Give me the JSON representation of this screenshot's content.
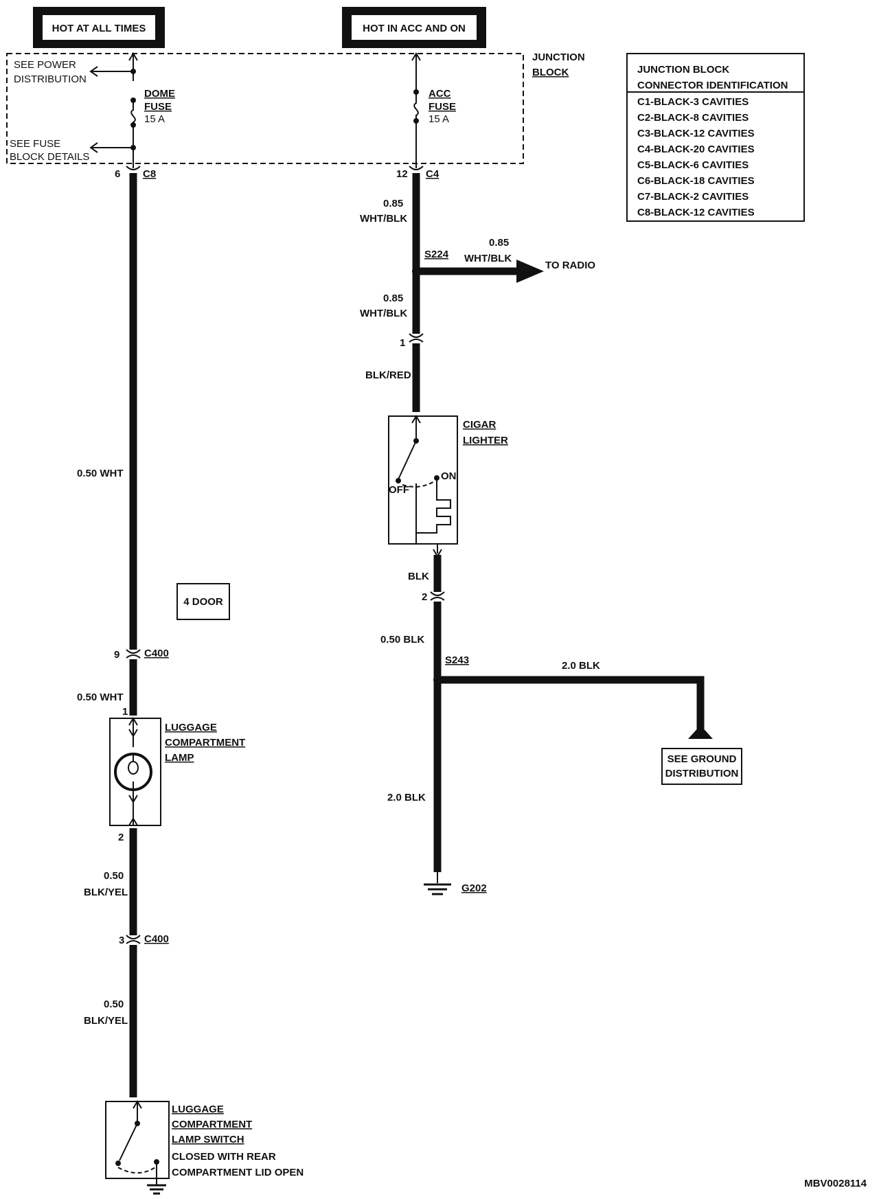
{
  "power": {
    "hot_at_all_times": "HOT AT ALL TIMES",
    "hot_in_acc_and_on": "HOT IN ACC AND ON"
  },
  "junction_block": {
    "label_line1": "JUNCTION",
    "label_line2": "BLOCK",
    "see_power_line1": "SEE POWER",
    "see_power_line2": "DISTRIBUTION",
    "see_fuse_line1": "SEE  FUSE",
    "see_fuse_line2": "BLOCK  DETAILS",
    "dome_fuse_line1": "DOME",
    "dome_fuse_line2": "FUSE",
    "dome_fuse_amp": "15 A",
    "acc_fuse_line1": "ACC",
    "acc_fuse_line2": "FUSE",
    "acc_fuse_amp": "15 A"
  },
  "legend": {
    "title_line1": "JUNCTION BLOCK",
    "title_line2": "CONNECTOR IDENTIFICATION",
    "items": [
      "C1-BLACK-3 CAVITIES",
      "C2-BLACK-8 CAVITIES",
      "C3-BLACK-12 CAVITIES",
      "C4-BLACK-20 CAVITIES",
      "C5-BLACK-6 CAVITIES",
      "C6-BLACK-18 CAVITIES",
      "C7-BLACK-2 CAVITIES",
      "C8-BLACK-12 CAVITIES"
    ]
  },
  "left_circuit": {
    "c8_pin": "6",
    "c8_label": "C8",
    "wire1": "0.50 WHT",
    "four_door": "4 DOOR",
    "c400a_pin": "9",
    "c400a_label": "C400",
    "wire2": "0.50 WHT",
    "lamp_pin1": "1",
    "lamp_line1": "LUGGAGE",
    "lamp_line2": "COMPARTMENT",
    "lamp_line3": "LAMP",
    "lamp_pin2": "2",
    "wire3_size": "0.50",
    "wire3_color": "BLK/YEL",
    "c400b_pin": "3",
    "c400b_label": "C400",
    "wire4_size": "0.50",
    "wire4_color": "BLK/YEL",
    "switch_line1": "LUGGAGE",
    "switch_line2": "COMPARTMENT",
    "switch_line3": "LAMP SWITCH",
    "switch_line4": "CLOSED WITH REAR",
    "switch_line5": "COMPARTMENT LID OPEN"
  },
  "right_circuit": {
    "c4_pin": "12",
    "c4_label": "C4",
    "wire1_size": "0.85",
    "wire1_color": "WHT/BLK",
    "splice1": "S224",
    "radio_wire_size": "0.85",
    "radio_wire_color": "WHT/BLK",
    "to_radio": "TO RADIO",
    "wire2_size": "0.85",
    "wire2_color": "WHT/BLK",
    "lighter_pin1": "1",
    "wire3": "BLK/RED",
    "lighter_line1": "CIGAR",
    "lighter_line2": "LIGHTER",
    "off_label": "OFF",
    "on_label": "ON",
    "wire4": "BLK",
    "lighter_pin2": "2",
    "wire5": "0.50 BLK",
    "splice2": "S243",
    "ground_wire": "2.0 BLK",
    "see_ground_line1": "SEE GROUND",
    "see_ground_line2": "DISTRIBUTION",
    "wire6": "2.0 BLK",
    "ground": "G202"
  },
  "footer": {
    "code": "MBV0028114"
  }
}
